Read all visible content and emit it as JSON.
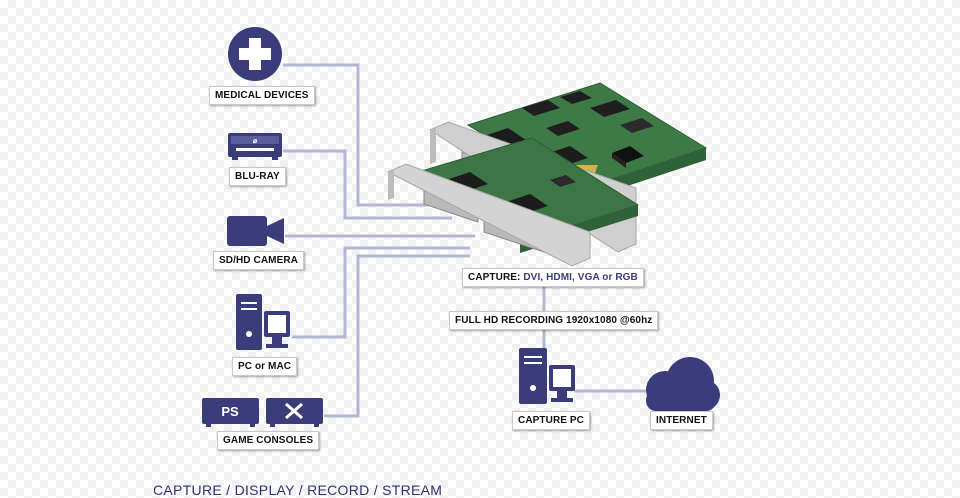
{
  "colors": {
    "icon": "#3a3d7a",
    "line": "#b3b7d6",
    "board": "#3e7a48",
    "bracket": "#c9c9c9",
    "footer": "#2e3270"
  },
  "sources": [
    {
      "label": "MEDICAL DEVICES",
      "icon": "medical-cross-icon"
    },
    {
      "label": "BLU-RAY",
      "icon": "bluray-player-icon"
    },
    {
      "label": "SD/HD CAMERA",
      "icon": "video-camera-icon"
    },
    {
      "label": "PC or MAC",
      "icon": "desktop-computer-icon"
    },
    {
      "label": "GAME CONSOLES",
      "icon": "game-console-icon"
    }
  ],
  "capture": {
    "prefix": "CAPTURE:",
    "formats": "DVI, HDMI, VGA or RGB"
  },
  "recording_label": "FULL HD RECORDING 1920x1080 @60hz",
  "capture_pc_label": "CAPTURE PC",
  "internet_label": "INTERNET",
  "footer": "CAPTURE / DISPLAY / RECORD / STREAM"
}
